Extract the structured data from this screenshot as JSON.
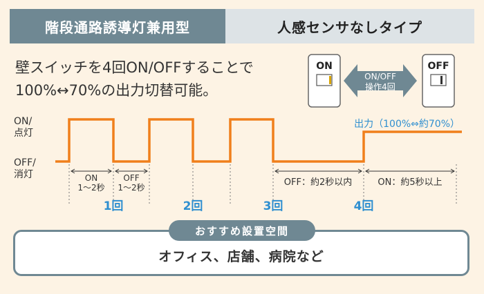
{
  "header": {
    "type_label": "階段通路誘導灯兼用型",
    "sensor_label": "人感センサなしタイプ"
  },
  "description": {
    "line1": "壁スイッチを4回ON/OFFすることで",
    "line2": "100%↔70%の出力切替可能。"
  },
  "switch_illustration": {
    "on_label": "ON",
    "off_label": "OFF",
    "arrow_line1": "ON/OFF",
    "arrow_line2": "操作4回"
  },
  "timing_chart": {
    "y_labels": {
      "on_line1": "ON/",
      "on_line2": "点灯",
      "off_line1": "OFF/",
      "off_line2": "消灯"
    },
    "output_label": "出力（100%⇔約70%）",
    "pulses": [
      {
        "count_label": "1回",
        "on_label_1": "ON",
        "on_label_2": "1〜2秒",
        "off_label_1": "OFF",
        "off_label_2": "1〜2秒"
      },
      {
        "count_label": "2回"
      },
      {
        "count_label": "3回"
      },
      {
        "count_label": "4回"
      }
    ],
    "wait_off_label": "OFF：約2秒以内",
    "final_on_label": "ON：約5秒以上",
    "signal_color": "#f07f1b",
    "accent_color": "#2f8fd0"
  },
  "recommended": {
    "title": "おすすめ設置空間",
    "places": "オフィス、店舗、病院など"
  }
}
